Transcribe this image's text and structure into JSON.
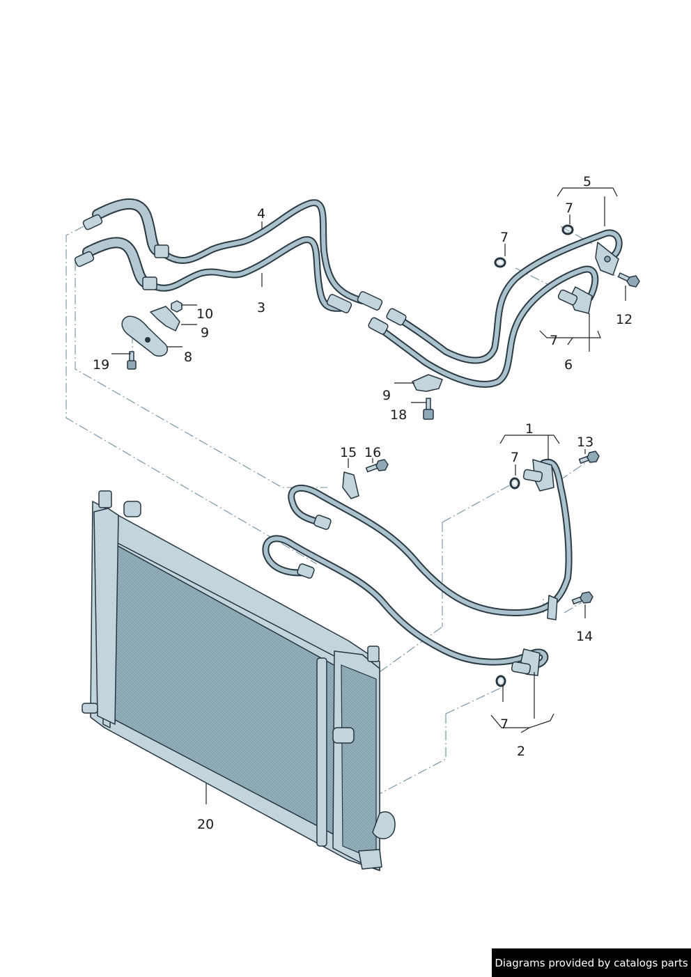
{
  "diagram": {
    "callouts": [
      {
        "id": "c1",
        "text": "1"
      },
      {
        "id": "c2",
        "text": "2"
      },
      {
        "id": "c3",
        "text": "3"
      },
      {
        "id": "c4",
        "text": "4"
      },
      {
        "id": "c5",
        "text": "5"
      },
      {
        "id": "c6",
        "text": "6"
      },
      {
        "id": "c7a",
        "text": "7"
      },
      {
        "id": "c7b",
        "text": "7"
      },
      {
        "id": "c7c",
        "text": "7"
      },
      {
        "id": "c7d",
        "text": "7"
      },
      {
        "id": "c7e",
        "text": "7"
      },
      {
        "id": "c8",
        "text": "8"
      },
      {
        "id": "c9a",
        "text": "9"
      },
      {
        "id": "c9b",
        "text": "9"
      },
      {
        "id": "c10",
        "text": "10"
      },
      {
        "id": "c12",
        "text": "12"
      },
      {
        "id": "c13",
        "text": "13"
      },
      {
        "id": "c14",
        "text": "14"
      },
      {
        "id": "c15",
        "text": "15"
      },
      {
        "id": "c16",
        "text": "16"
      },
      {
        "id": "c18",
        "text": "18"
      },
      {
        "id": "c19",
        "text": "19"
      },
      {
        "id": "c20",
        "text": "20"
      }
    ]
  },
  "footer": {
    "text": "Diagrams provided by catalogs parts"
  },
  "colors": {
    "line_art": "#263540",
    "part_fill": "#c2d4dc",
    "footer_bg": "#000000"
  }
}
